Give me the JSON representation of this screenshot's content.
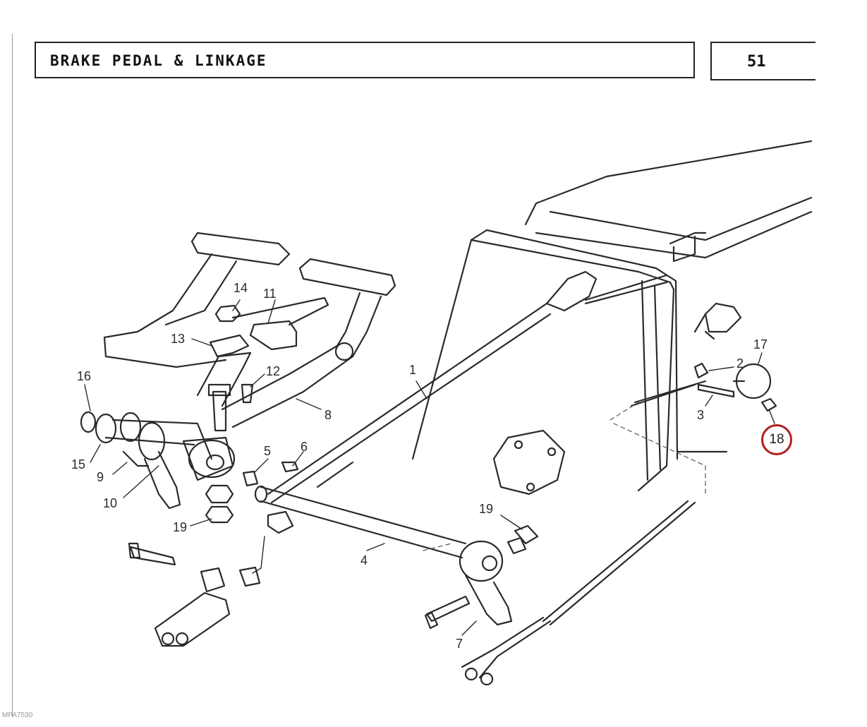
{
  "header": {
    "title": "BRAKE PEDAL & LINKAGE",
    "page_number": "51"
  },
  "callouts": [
    {
      "id": "1",
      "label": "1"
    },
    {
      "id": "2",
      "label": "2"
    },
    {
      "id": "3",
      "label": "3"
    },
    {
      "id": "4",
      "label": "4"
    },
    {
      "id": "5",
      "label": "5"
    },
    {
      "id": "6",
      "label": "6"
    },
    {
      "id": "7",
      "label": "7"
    },
    {
      "id": "8",
      "label": "8"
    },
    {
      "id": "9",
      "label": "9"
    },
    {
      "id": "10",
      "label": "10"
    },
    {
      "id": "11",
      "label": "11"
    },
    {
      "id": "12",
      "label": "12"
    },
    {
      "id": "13",
      "label": "13"
    },
    {
      "id": "14",
      "label": "14"
    },
    {
      "id": "15",
      "label": "15"
    },
    {
      "id": "16",
      "label": "16"
    },
    {
      "id": "17",
      "label": "17"
    },
    {
      "id": "19a",
      "label": "19"
    },
    {
      "id": "19b",
      "label": "19"
    }
  ],
  "highlighted_callout": {
    "label": "18",
    "color": "#b02020"
  },
  "reference_code": "MPA7530"
}
